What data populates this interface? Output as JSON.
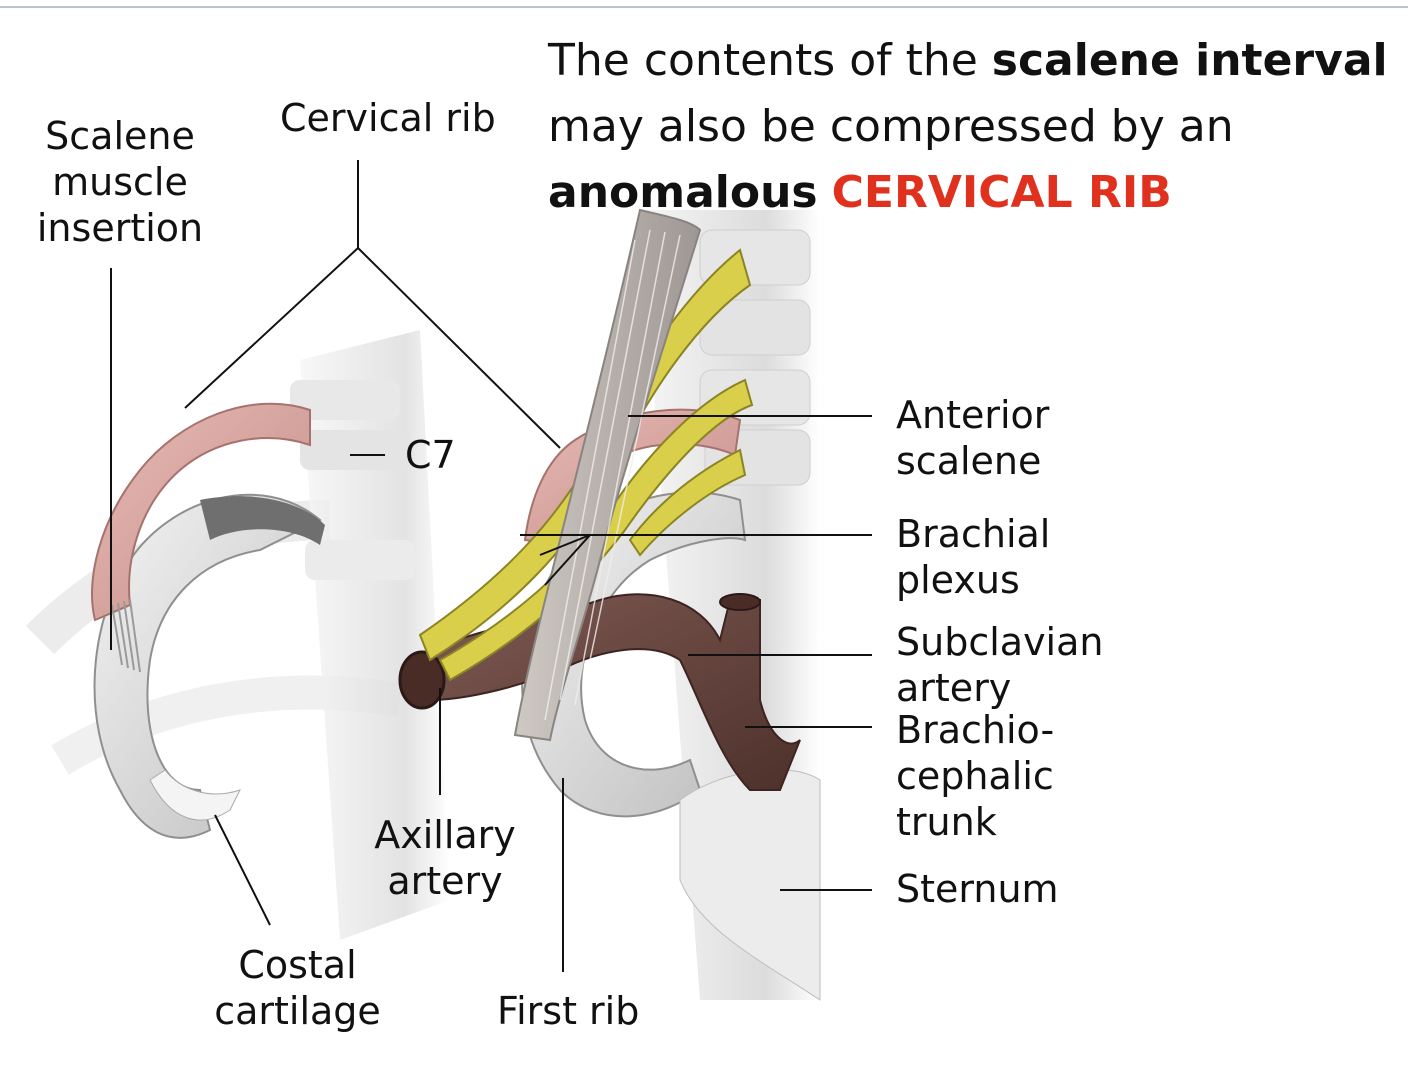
{
  "heading": {
    "part1": "The contents of the ",
    "bold1": "scalene interval",
    "part2": " may also be compressed by an ",
    "bold2": "anomalous",
    "space": " ",
    "highlight": "CERVICAL RIB"
  },
  "labels": {
    "scalene_insertion": [
      "Scalene",
      "muscle",
      "insertion"
    ],
    "cervical_rib": "Cervical rib",
    "c7": "C7",
    "anterior_scalene": [
      "Anterior",
      "scalene"
    ],
    "brachial_plexus": [
      "Brachial",
      "plexus"
    ],
    "subclavian_artery": [
      "Subclavian",
      "artery"
    ],
    "brachiocephalic_trunk": [
      "Brachio-",
      "cephalic",
      "trunk"
    ],
    "sternum": "Sternum",
    "axillary_artery": [
      "Axillary",
      "artery"
    ],
    "first_rib": "First rib",
    "costal_cartilage": [
      "Costal",
      "cartilage"
    ]
  },
  "colors": {
    "heading_highlight": "#e0301e",
    "cervical_rib": "#d9a9a4",
    "bone": "#e2e2e2",
    "nerve": "#d9cf4a",
    "artery": "#6b4640",
    "muscle": "#b9b2ad"
  }
}
